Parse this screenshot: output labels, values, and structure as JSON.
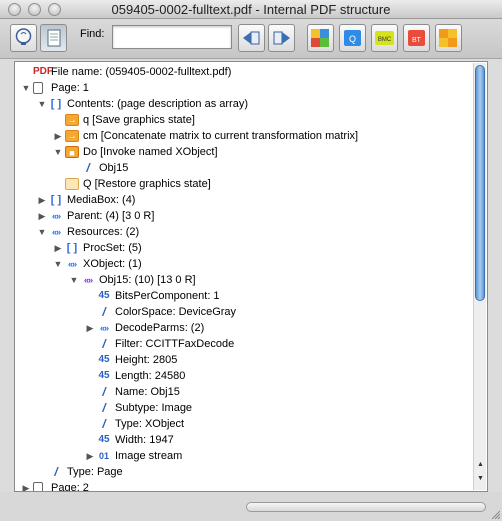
{
  "window": {
    "title": "059405-0002-fulltext.pdf - Internal PDF structure"
  },
  "toolbar": {
    "find_label": "Find:",
    "find_value": "",
    "buttons": [
      {
        "name": "info-button",
        "icon": "bulb-icon"
      },
      {
        "name": "page-view-button",
        "icon": "document-icon",
        "pressed": true
      },
      {
        "name": "find-prev-button",
        "icon": "arrow-left-icon"
      },
      {
        "name": "find-next-button",
        "icon": "arrow-right-icon"
      },
      {
        "name": "puzzle-button",
        "icon": "puzzle-icon",
        "label": ""
      },
      {
        "name": "q-button",
        "icon": "puzzle-q-icon",
        "label": "Q"
      },
      {
        "name": "bmc-button",
        "icon": "puzzle-bmc-icon",
        "label": "BMC"
      },
      {
        "name": "bt-button",
        "icon": "puzzle-bt-icon",
        "label": "BT"
      },
      {
        "name": "group-button",
        "icon": "puzzle-group-icon",
        "label": ""
      }
    ]
  },
  "tree": [
    {
      "depth": 0,
      "disc": "",
      "icon": "pdf",
      "glyph": "PDF",
      "text": "File name: (059405-0002-fulltext.pdf)"
    },
    {
      "depth": 0,
      "disc": "open",
      "icon": "page",
      "glyph": "",
      "text": "Page: 1"
    },
    {
      "depth": 1,
      "disc": "open",
      "icon": "brk",
      "glyph": "[ ]",
      "text": "Contents: (page description as array)"
    },
    {
      "depth": 2,
      "disc": "",
      "icon": "op",
      "glyph": "→",
      "text": "q   [Save graphics state]"
    },
    {
      "depth": 2,
      "disc": "closed",
      "icon": "op",
      "glyph": "→",
      "text": "cm   [Concatenate matrix to current transformation matrix]"
    },
    {
      "depth": 2,
      "disc": "open",
      "icon": "opR",
      "glyph": "■",
      "text": "Do   [Invoke named XObject]"
    },
    {
      "depth": 3,
      "disc": "",
      "icon": "name",
      "glyph": "/",
      "text": "Obj15"
    },
    {
      "depth": 2,
      "disc": "",
      "icon": "opQ",
      "glyph": "",
      "text": "Q   [Restore graphics state]"
    },
    {
      "depth": 1,
      "disc": "closed",
      "icon": "brk",
      "glyph": "[ ]",
      "text": "MediaBox:   (4)"
    },
    {
      "depth": 1,
      "disc": "closed",
      "icon": "dict",
      "glyph": "«»",
      "text": "Parent:   (4) [3 0 R]"
    },
    {
      "depth": 1,
      "disc": "open",
      "icon": "dict",
      "glyph": "«»",
      "text": "Resources:   (2)"
    },
    {
      "depth": 2,
      "disc": "closed",
      "icon": "brk",
      "glyph": "[ ]",
      "text": "ProcSet:   (5)"
    },
    {
      "depth": 2,
      "disc": "open",
      "icon": "dict",
      "glyph": "«»",
      "text": "XObject:   (1)"
    },
    {
      "depth": 3,
      "disc": "open",
      "icon": "dictp",
      "glyph": "«»",
      "text": "Obj15:   (10) [13 0 R]"
    },
    {
      "depth": 4,
      "disc": "",
      "icon": "num",
      "glyph": "45",
      "text": "BitsPerComponent:   1"
    },
    {
      "depth": 4,
      "disc": "",
      "icon": "name",
      "glyph": "/",
      "text": "ColorSpace:   DeviceGray"
    },
    {
      "depth": 4,
      "disc": "closed",
      "icon": "dict",
      "glyph": "«»",
      "text": "DecodeParms:   (2)"
    },
    {
      "depth": 4,
      "disc": "",
      "icon": "name",
      "glyph": "/",
      "text": "Filter:   CCITTFaxDecode"
    },
    {
      "depth": 4,
      "disc": "",
      "icon": "num",
      "glyph": "45",
      "text": "Height:   2805"
    },
    {
      "depth": 4,
      "disc": "",
      "icon": "num",
      "glyph": "45",
      "text": "Length:   24580"
    },
    {
      "depth": 4,
      "disc": "",
      "icon": "name",
      "glyph": "/",
      "text": "Name:   Obj15"
    },
    {
      "depth": 4,
      "disc": "",
      "icon": "name",
      "glyph": "/",
      "text": "Subtype:   Image"
    },
    {
      "depth": 4,
      "disc": "",
      "icon": "name",
      "glyph": "/",
      "text": "Type:   XObject"
    },
    {
      "depth": 4,
      "disc": "",
      "icon": "num",
      "glyph": "45",
      "text": "Width:   1947"
    },
    {
      "depth": 4,
      "disc": "closed",
      "icon": "stream",
      "glyph": "01",
      "text": "Image stream"
    },
    {
      "depth": 1,
      "disc": "",
      "icon": "name",
      "glyph": "/",
      "text": "Type:   Page"
    },
    {
      "depth": 0,
      "disc": "closed",
      "icon": "page",
      "glyph": "",
      "text": "Page: 2"
    }
  ],
  "colors": {
    "accent": "#2a6bd8",
    "operator": "#f4a733",
    "scroll_thumb": "#5d97d6"
  }
}
